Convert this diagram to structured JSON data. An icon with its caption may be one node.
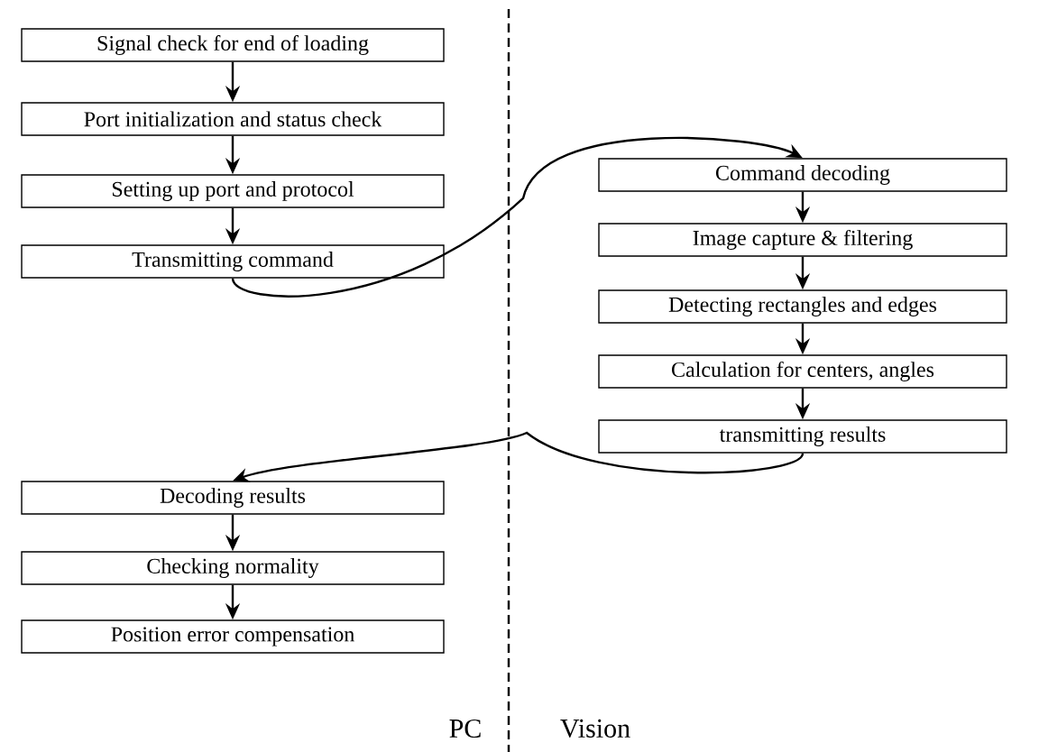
{
  "diagram": {
    "nodes": [
      {
        "text": [
          "Signal check for end of loading"
        ]
      },
      {
        "text": [
          "Port initialization and status check"
        ]
      },
      {
        "text": [
          "Setting up port and protocol"
        ]
      },
      {
        "text": [
          "Transmitting command"
        ]
      },
      {
        "text": [
          "Command decoding"
        ]
      },
      {
        "text": [
          "Image capture & filtering"
        ]
      },
      {
        "text": [
          "Detecting rectangles and edges"
        ]
      },
      {
        "text": [
          "Calculation for centers, angles"
        ]
      },
      {
        "text": [
          "transmitting results"
        ]
      },
      {
        "text": [
          "Decoding results"
        ]
      },
      {
        "text": [
          "Checking normality"
        ]
      },
      {
        "text": [
          "Position error compensation"
        ]
      }
    ],
    "edges": [
      {
        "from": 0,
        "to": 1,
        "arrow": "to"
      },
      {
        "from": 1,
        "to": 2,
        "arrow": "to"
      },
      {
        "from": 2,
        "to": 3,
        "arrow": "to"
      },
      {
        "from": 3,
        "to": 4,
        "arrow": "to"
      },
      {
        "from": 4,
        "to": 5,
        "arrow": "to"
      },
      {
        "from": 5,
        "to": 6,
        "arrow": "to"
      },
      {
        "from": 6,
        "to": 7,
        "arrow": "to"
      },
      {
        "from": 7,
        "to": 8,
        "arrow": "to"
      },
      {
        "from": 8,
        "to": 9,
        "arrow": "to"
      },
      {
        "from": 9,
        "to": 10,
        "arrow": "to"
      },
      {
        "from": 10,
        "to": 11,
        "arrow": "to"
      }
    ],
    "labels": [
      "PC",
      "Vision"
    ]
  }
}
